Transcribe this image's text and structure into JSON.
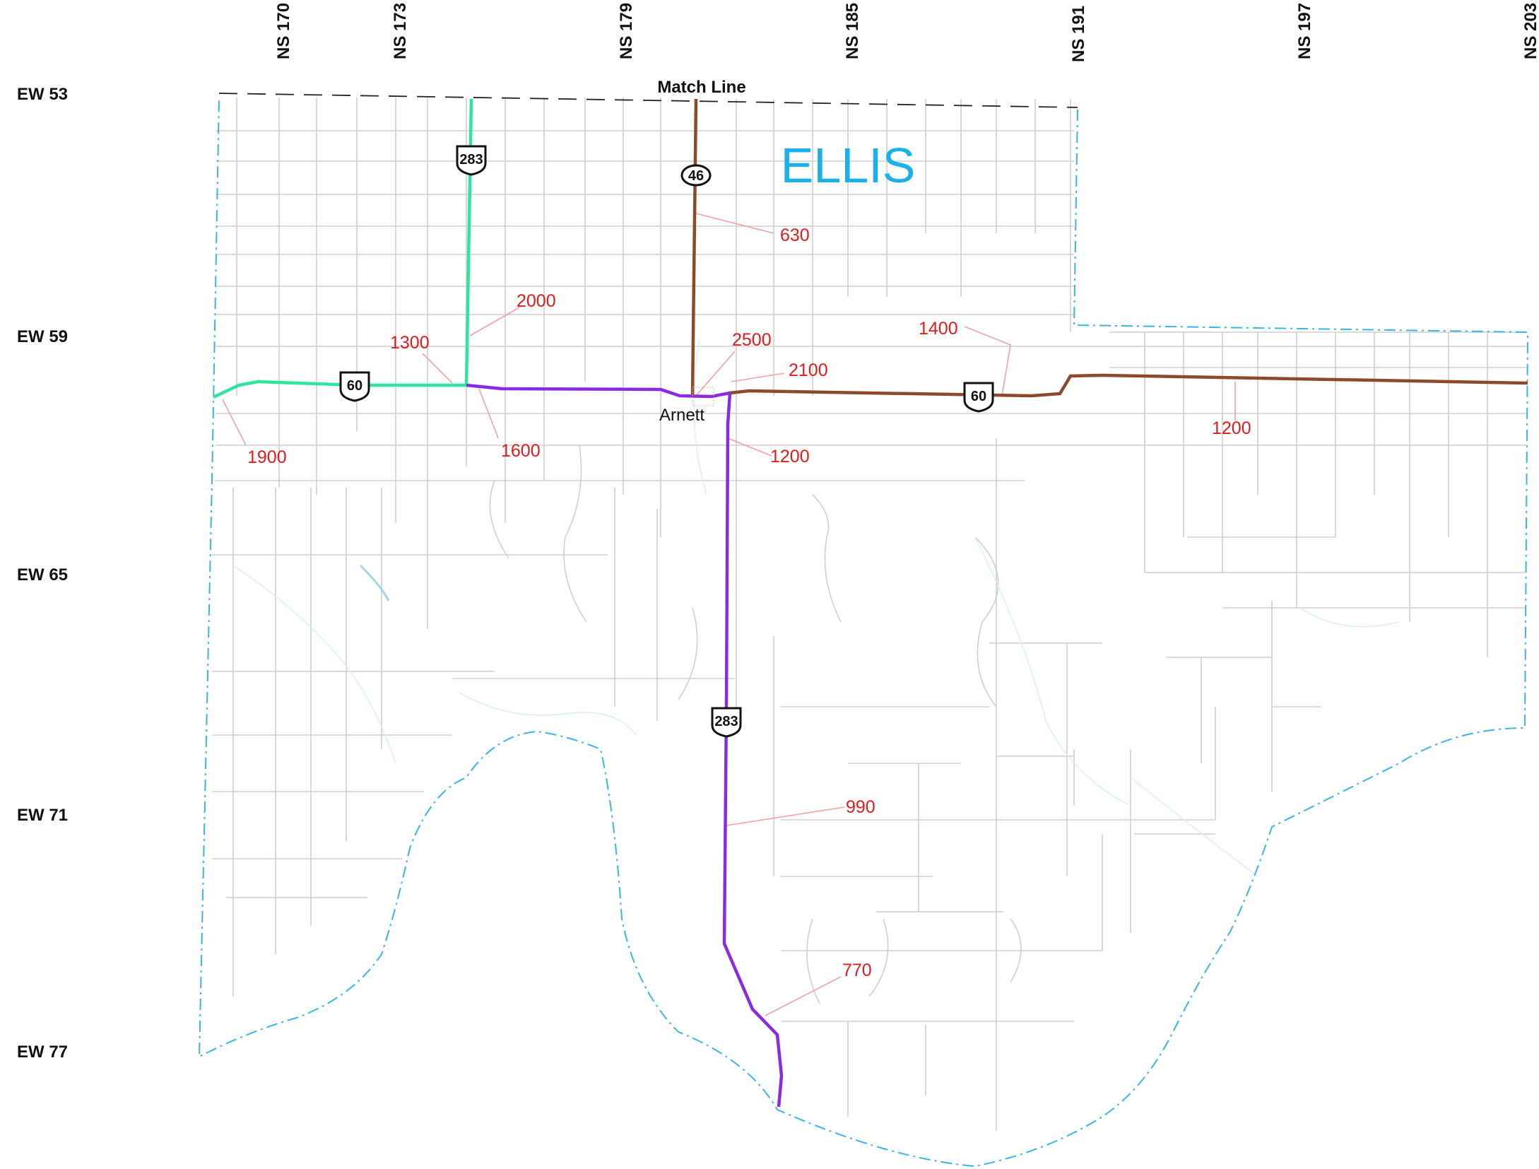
{
  "map": {
    "county_name": "ELLIS",
    "match_line_label": "Match Line",
    "town": "Arnett",
    "colors": {
      "county_boundary": "#3ab4e0",
      "us283_north": "#2ee69b",
      "us283_south": "#8a2be2",
      "sh46_and_us60_east": "#8b4a2b",
      "aadt_labels": "#e01b1b",
      "county_name": "#1bb0e8"
    }
  },
  "grid": {
    "ew_labels": [
      "EW 53",
      "EW 59",
      "EW 65",
      "EW 71",
      "EW 77"
    ],
    "ns_labels": [
      "NS 170",
      "NS 173",
      "NS 179",
      "NS 185",
      "NS 191",
      "NS 197",
      "NS 203"
    ]
  },
  "shields": [
    {
      "id": "us283-north",
      "type": "us-route",
      "label": "283"
    },
    {
      "id": "sh46",
      "type": "state-route",
      "label": "46"
    },
    {
      "id": "us60-west",
      "type": "us-route",
      "label": "60"
    },
    {
      "id": "us60-east",
      "type": "us-route",
      "label": "60"
    },
    {
      "id": "us283-south",
      "type": "us-route",
      "label": "283"
    }
  ],
  "aadt_counts": [
    {
      "id": "sh46-north",
      "value": "630"
    },
    {
      "id": "us283-n-north",
      "value": "2000"
    },
    {
      "id": "us60-w-a",
      "value": "1300"
    },
    {
      "id": "arnett-center",
      "value": "2500"
    },
    {
      "id": "arnett-east",
      "value": "2100"
    },
    {
      "id": "us60-e-mid",
      "value": "1400"
    },
    {
      "id": "us60-far-west",
      "value": "1900"
    },
    {
      "id": "us60-w-b",
      "value": "1600"
    },
    {
      "id": "us283-s-north",
      "value": "1200"
    },
    {
      "id": "us60-far-east",
      "value": "1200"
    },
    {
      "id": "us283-s-mid",
      "value": "990"
    },
    {
      "id": "us283-s-south",
      "value": "770"
    }
  ]
}
